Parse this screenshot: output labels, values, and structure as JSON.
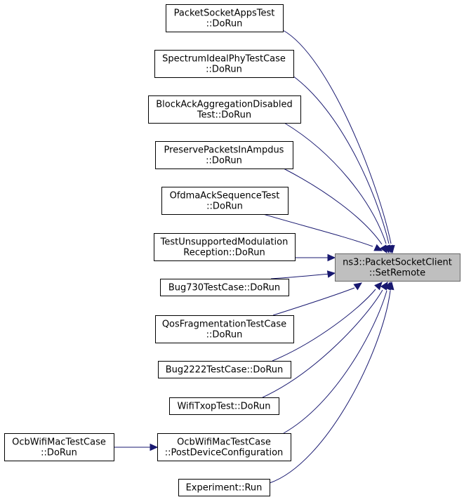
{
  "diagram": {
    "type": "doxygen-caller-graph",
    "focus_node": {
      "id": "setremote",
      "lines": [
        "ns3::PacketSocketClient",
        "::SetRemote"
      ]
    },
    "nodes": [
      {
        "id": "apps",
        "lines": [
          "PacketSocketAppsTest",
          "::DoRun"
        ]
      },
      {
        "id": "spectrum",
        "lines": [
          "SpectrumIdealPhyTestCase",
          "::DoRun"
        ]
      },
      {
        "id": "blockack",
        "lines": [
          "BlockAckAggregationDisabled",
          "Test::DoRun"
        ]
      },
      {
        "id": "preserve",
        "lines": [
          "PreservePacketsInAmpdus",
          "::DoRun"
        ]
      },
      {
        "id": "ofdma",
        "lines": [
          "OfdmaAckSequenceTest",
          "::DoRun"
        ]
      },
      {
        "id": "unsupp",
        "lines": [
          "TestUnsupportedModulation",
          "Reception::DoRun"
        ]
      },
      {
        "id": "bug730",
        "lines": [
          "Bug730TestCase::DoRun"
        ]
      },
      {
        "id": "qosfrag",
        "lines": [
          "QosFragmentationTestCase",
          "::DoRun"
        ]
      },
      {
        "id": "bug2222",
        "lines": [
          "Bug2222TestCase::DoRun"
        ]
      },
      {
        "id": "txop",
        "lines": [
          "WifiTxopTest::DoRun"
        ]
      },
      {
        "id": "ocbpost",
        "lines": [
          "OcbWifiMacTestCase",
          "::PostDeviceConfiguration"
        ]
      },
      {
        "id": "ocbrun",
        "lines": [
          "OcbWifiMacTestCase",
          "::DoRun"
        ]
      },
      {
        "id": "exprun",
        "lines": [
          "Experiment::Run"
        ]
      }
    ],
    "edges": [
      {
        "from": "apps",
        "to": "setremote"
      },
      {
        "from": "spectrum",
        "to": "setremote"
      },
      {
        "from": "blockack",
        "to": "setremote"
      },
      {
        "from": "preserve",
        "to": "setremote"
      },
      {
        "from": "ofdma",
        "to": "setremote"
      },
      {
        "from": "unsupp",
        "to": "setremote"
      },
      {
        "from": "bug730",
        "to": "setremote"
      },
      {
        "from": "qosfrag",
        "to": "setremote"
      },
      {
        "from": "bug2222",
        "to": "setremote"
      },
      {
        "from": "txop",
        "to": "setremote"
      },
      {
        "from": "ocbpost",
        "to": "setremote"
      },
      {
        "from": "exprun",
        "to": "setremote"
      },
      {
        "from": "ocbrun",
        "to": "ocbpost"
      }
    ],
    "colors": {
      "edge": "#191970",
      "focus_fill": "#bfbfbf",
      "focus_stroke": "#666666",
      "node_stroke": "#000000"
    }
  }
}
